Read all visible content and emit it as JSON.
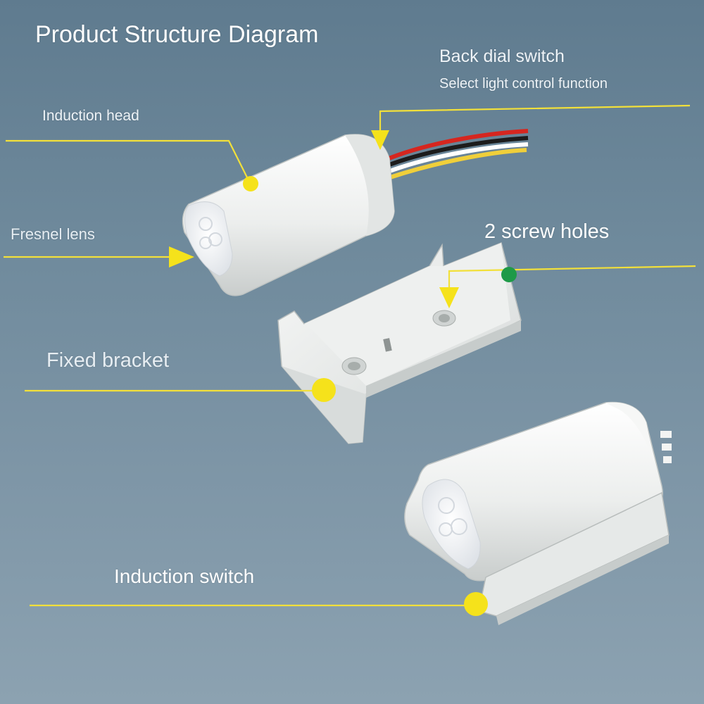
{
  "title": "Product Structure Diagram",
  "labels": {
    "back_dial_switch": "Back dial switch",
    "back_dial_switch_sub": "Select light control function",
    "induction_head": "Induction head",
    "fresnel_lens": "Fresnel lens",
    "screw_holes": "2 screw holes",
    "fixed_bracket": "Fixed bracket",
    "induction_switch": "Induction switch"
  },
  "colors": {
    "background": "#6f8a9c",
    "callout_line": "#f2e03a",
    "callout_dot": "#f5e21b",
    "accent_dot": "#1e9a48",
    "product_body": "#eef0ee"
  },
  "wire_colors": [
    "#d6261f",
    "#1c1c1c",
    "#ffffff",
    "#f0cf3a"
  ]
}
